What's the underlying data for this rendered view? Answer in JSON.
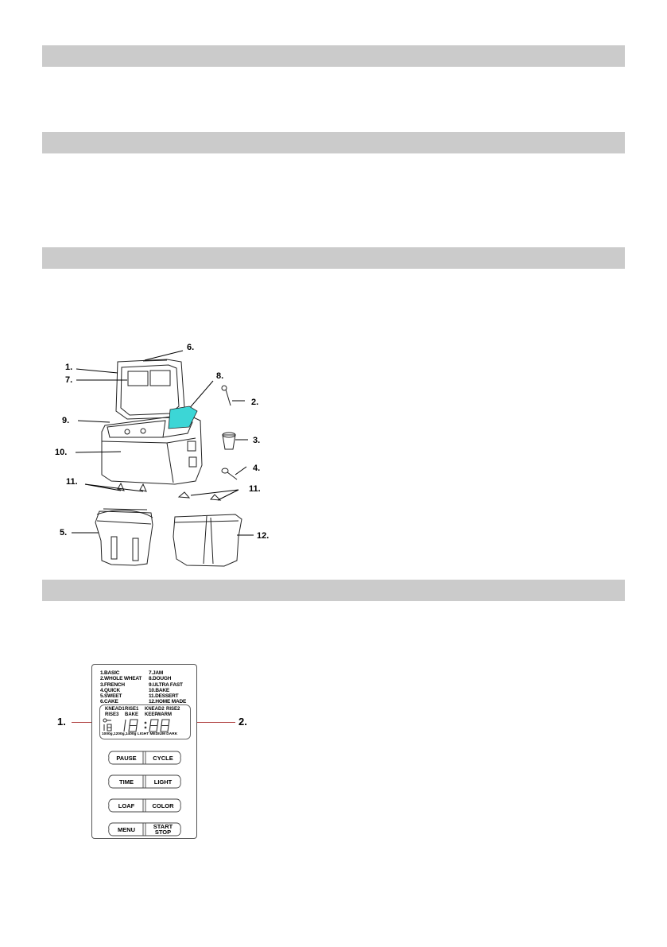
{
  "sections": [
    {
      "heading": ""
    },
    {
      "heading": ""
    },
    {
      "heading": ""
    },
    {
      "heading": ""
    }
  ],
  "parts_diagram": {
    "callouts": [
      "1.",
      "2.",
      "3.",
      "4.",
      "5.",
      "6.",
      "7.",
      "8.",
      "9.",
      "10.",
      "11.",
      "11.",
      "12."
    ],
    "accent_color": "#3cd6d6"
  },
  "control_panel": {
    "programs_left": [
      "1.BASIC",
      "2.WHOLE WHEAT",
      "3.FRENCH",
      "4.QUICK",
      "5.SWEET",
      "6.CAKE"
    ],
    "programs_right": [
      "7.JAM",
      "8.DOUGH",
      "9.ULTRA FAST",
      "10.BAKE",
      "11.DESSERT",
      "12.HOME MADE"
    ],
    "lcd_stage_labels": [
      "KNEAD1",
      "RISE1",
      "KNEAD2",
      "RISE2",
      "RISE3",
      "BAKE",
      "KEEP",
      "WARM"
    ],
    "lcd_bottom_label": "1000g,1200g,1400g LIGHT MEDIUM DARK",
    "buttons": [
      {
        "left": "PAUSE",
        "right": "CYCLE"
      },
      {
        "left": "TIME",
        "right": "LIGHT"
      },
      {
        "left": "LOAF",
        "right": "COLOR"
      },
      {
        "left": "MENU",
        "right": "START\nSTOP"
      }
    ],
    "markers": [
      "1.",
      "2."
    ],
    "leader_color": "#b04040"
  }
}
